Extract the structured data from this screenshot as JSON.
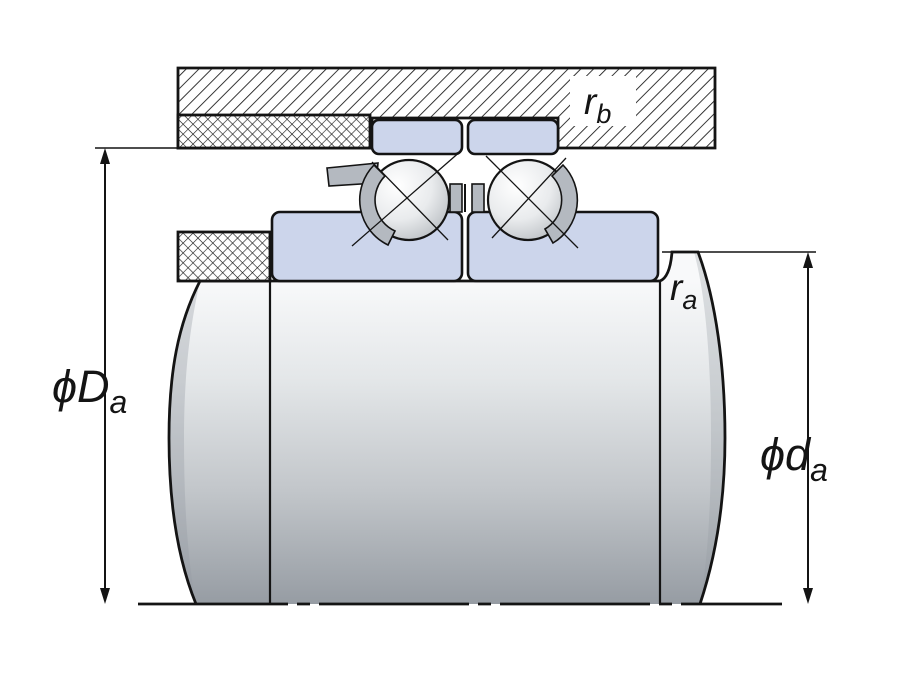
{
  "figure": {
    "title": "Duplex angular contact ball bearing mounted on shaft with housing (half cross-section)",
    "labels": {
      "housing_fillet": {
        "main": "r",
        "sub": "b"
      },
      "shaft_fillet": {
        "main": "r",
        "sub": "a"
      },
      "housing_abutment_diameter": {
        "main": "ϕD",
        "sub": "a"
      },
      "shaft_abutment_diameter": {
        "main": "ϕd",
        "sub": "a"
      }
    },
    "colors": {
      "line": "#141414",
      "ring_fill": "#ccd5eb",
      "cage_fill": "#b4b9c0",
      "shaft_top": "#f8f9fa",
      "shaft_upper": "#e4e7e9",
      "metal_mid": "#c2c6ca",
      "metal_dark": "#969ca3",
      "ball_highlight": "#ffffff",
      "ball_mid": "#e9ebed",
      "background": "#ffffff"
    }
  }
}
